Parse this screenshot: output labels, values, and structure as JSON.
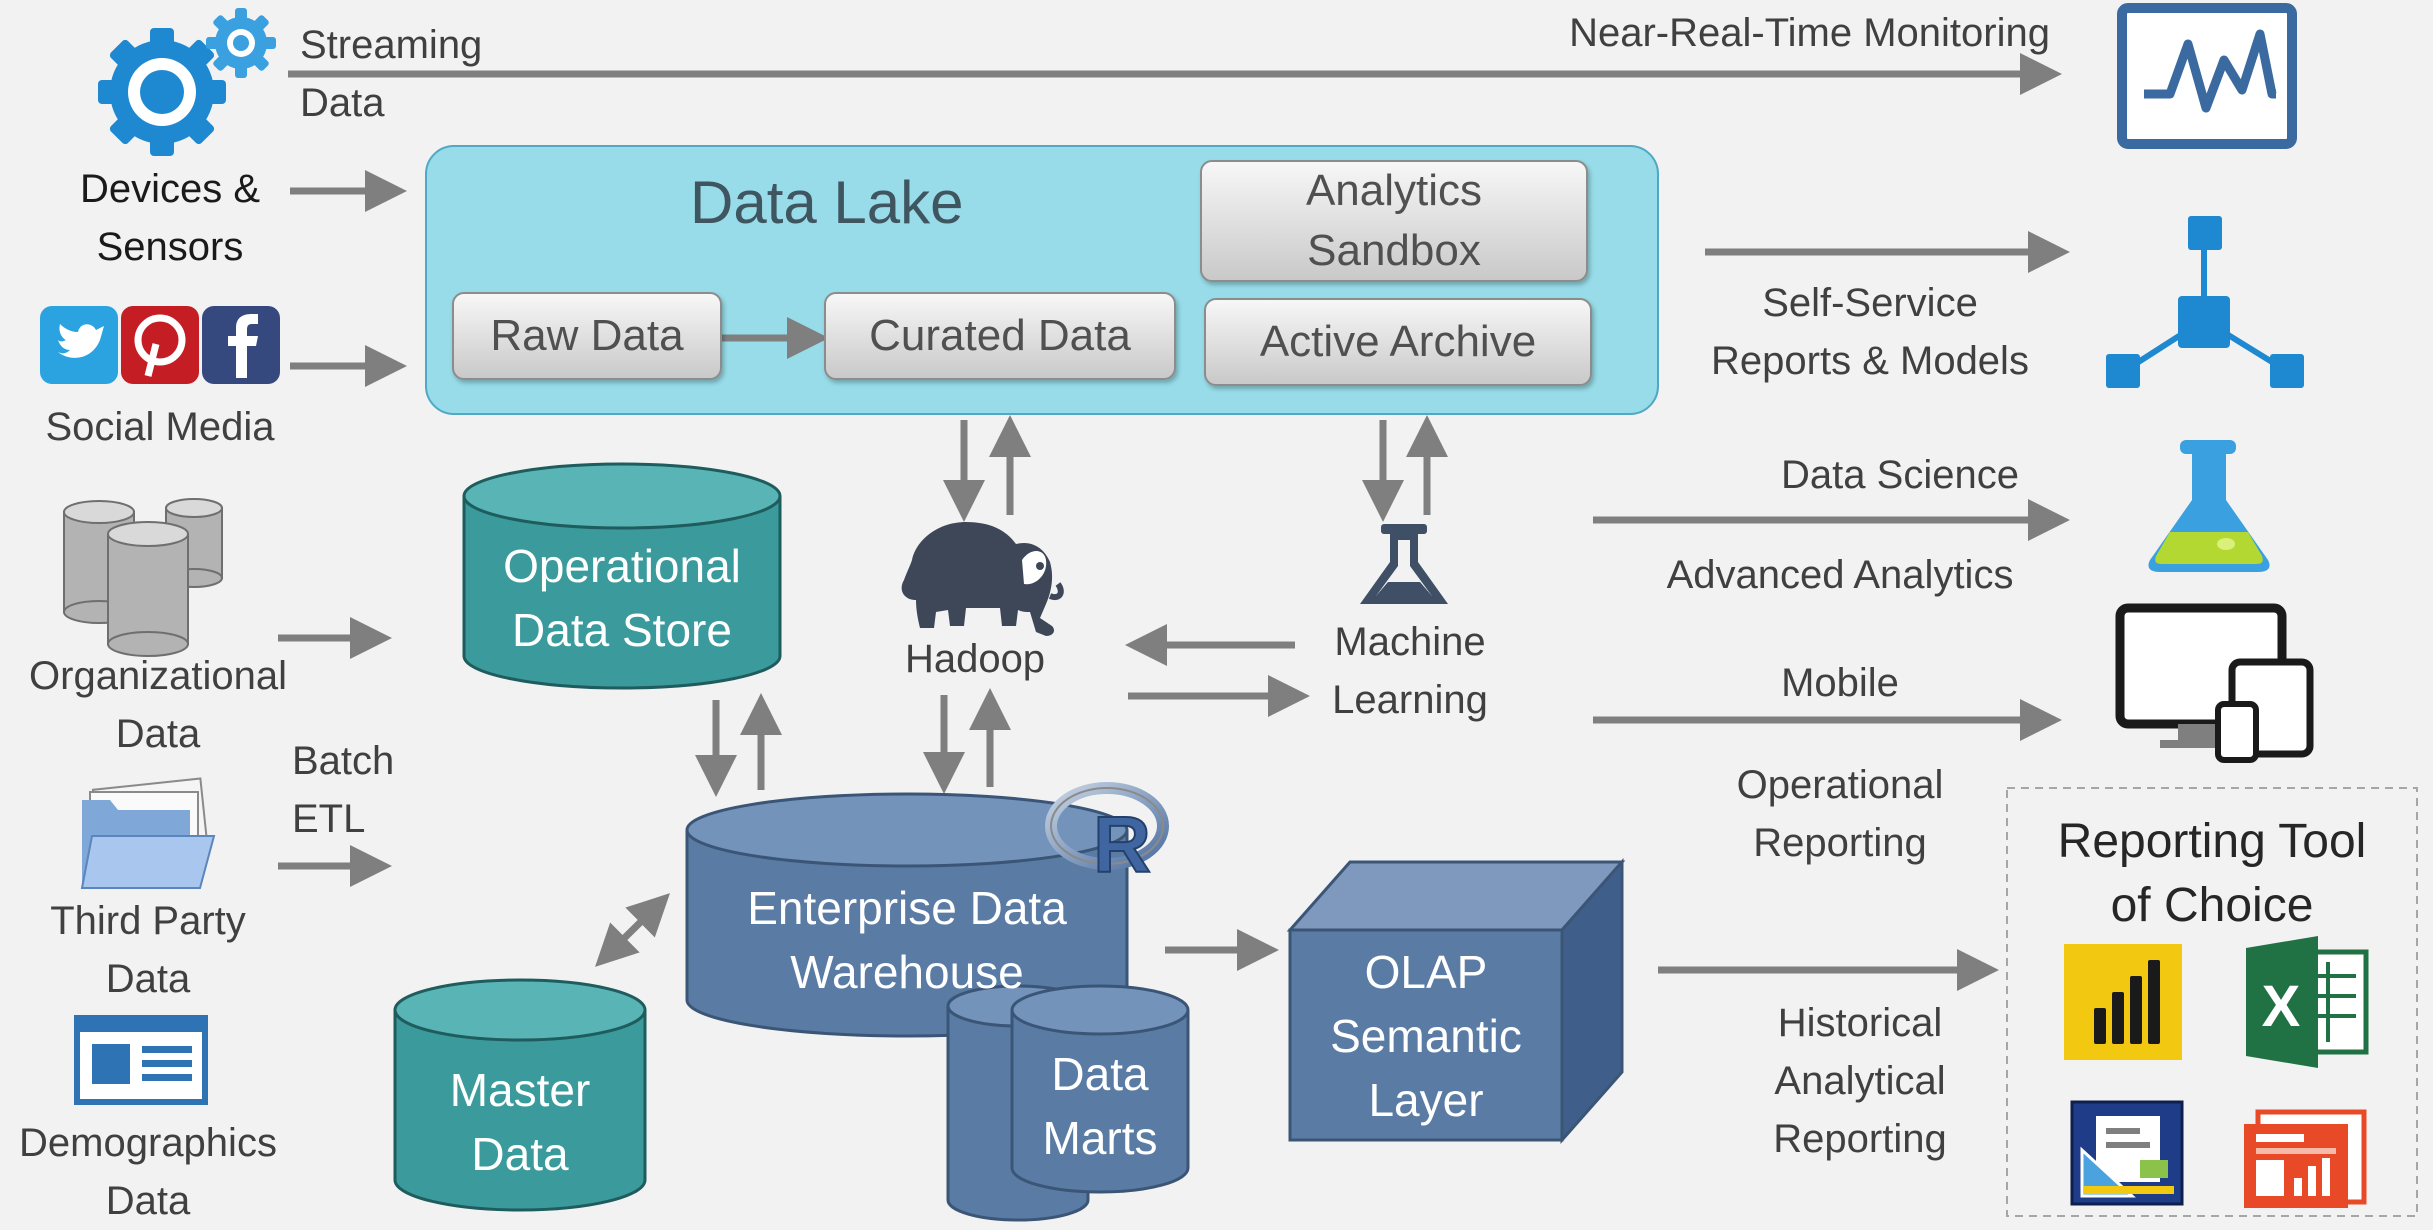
{
  "sources": {
    "streaming": [
      "Streaming",
      "Data"
    ],
    "devices": [
      "Devices &",
      "Sensors"
    ],
    "social": "Social Media",
    "organizational": [
      "Organizational",
      "Data"
    ],
    "batch": [
      "Batch",
      "ETL"
    ],
    "third_party": [
      "Third Party",
      "Data"
    ],
    "demographics": [
      "Demographics",
      "Data"
    ]
  },
  "data_lake": {
    "title": "Data Lake",
    "raw": "Raw Data",
    "curated": "Curated Data",
    "sandbox": [
      "Analytics",
      "Sandbox"
    ],
    "archive": "Active Archive"
  },
  "stores": {
    "ods": [
      "Operational",
      "Data Store"
    ],
    "edw": [
      "Enterprise Data",
      "Warehouse"
    ],
    "master": [
      "Master",
      "Data"
    ],
    "marts": [
      "Data",
      "Marts"
    ],
    "olap": [
      "OLAP",
      "Semantic",
      "Layer"
    ],
    "r_logo": "R"
  },
  "engines": {
    "hadoop": "Hadoop",
    "ml": [
      "Machine",
      "Learning"
    ]
  },
  "outputs": {
    "monitoring": "Near-Real-Time Monitoring",
    "self_service": [
      "Self-Service",
      "Reports & Models"
    ],
    "data_science": "Data Science",
    "advanced": "Advanced Analytics",
    "mobile": "Mobile",
    "operational": [
      "Operational",
      "Reporting"
    ],
    "historical": [
      "Historical",
      "Analytical",
      "Reporting"
    ],
    "tool_title": [
      "Reporting Tool",
      "of Choice"
    ],
    "excel_letter": "X"
  },
  "colors": {
    "background": "#f2f2f2",
    "lake": "#97dce8",
    "teal": "#3a9a9c",
    "steel": "#5a7ba3",
    "arrow": "#7f7f7f",
    "icon_blue": "#1e88d0"
  }
}
